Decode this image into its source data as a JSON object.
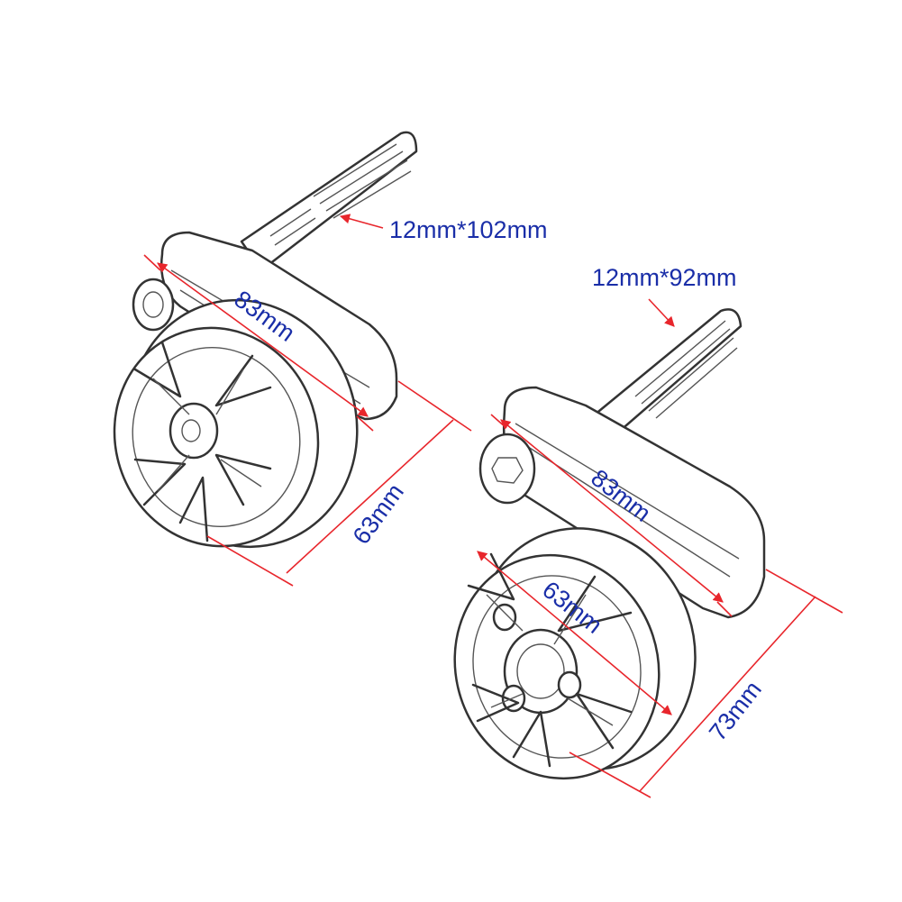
{
  "colors": {
    "dimension_line": "#e8262c",
    "dimension_text": "#1a2ea8",
    "callout_text": "#1a2ea8",
    "drawing_stroke": "#333333"
  },
  "left_part": {
    "bolt_callout": "12mm*102mm",
    "length_label": "83mm",
    "diameter_label": "63mm"
  },
  "right_part": {
    "bolt_callout": "12mm*92mm",
    "length_label": "83mm",
    "diameter_label": "63mm",
    "height_label": "73mm"
  }
}
